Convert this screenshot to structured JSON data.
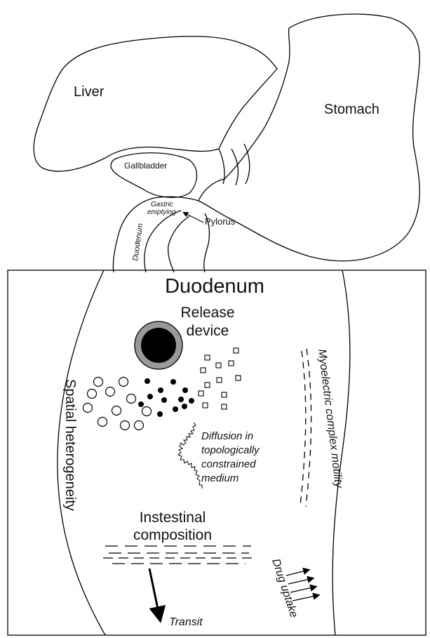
{
  "anatomy": {
    "liver": "Liver",
    "stomach": "Stomach",
    "gallbladder": "Gallbladder",
    "gastric_emptying_line1": "Gastric",
    "gastric_emptying_line2": "emptying",
    "pylorus": "Pylorus",
    "duodenum": "Duodenum"
  },
  "panel": {
    "title": "Duodenum",
    "release_line1": "Release",
    "release_line2": "device",
    "spatial": "Spatial heterogeneity",
    "myoelectric": "Myoelectric complex motility",
    "diffusion_line1": "Diffusion in",
    "diffusion_line2": "topologically",
    "diffusion_line3": "constrained",
    "diffusion_line4": "medium",
    "composition_line1": "Instestinal",
    "composition_line2": "composition",
    "drug_uptake": "Drug uptake",
    "transit": "Transit"
  }
}
